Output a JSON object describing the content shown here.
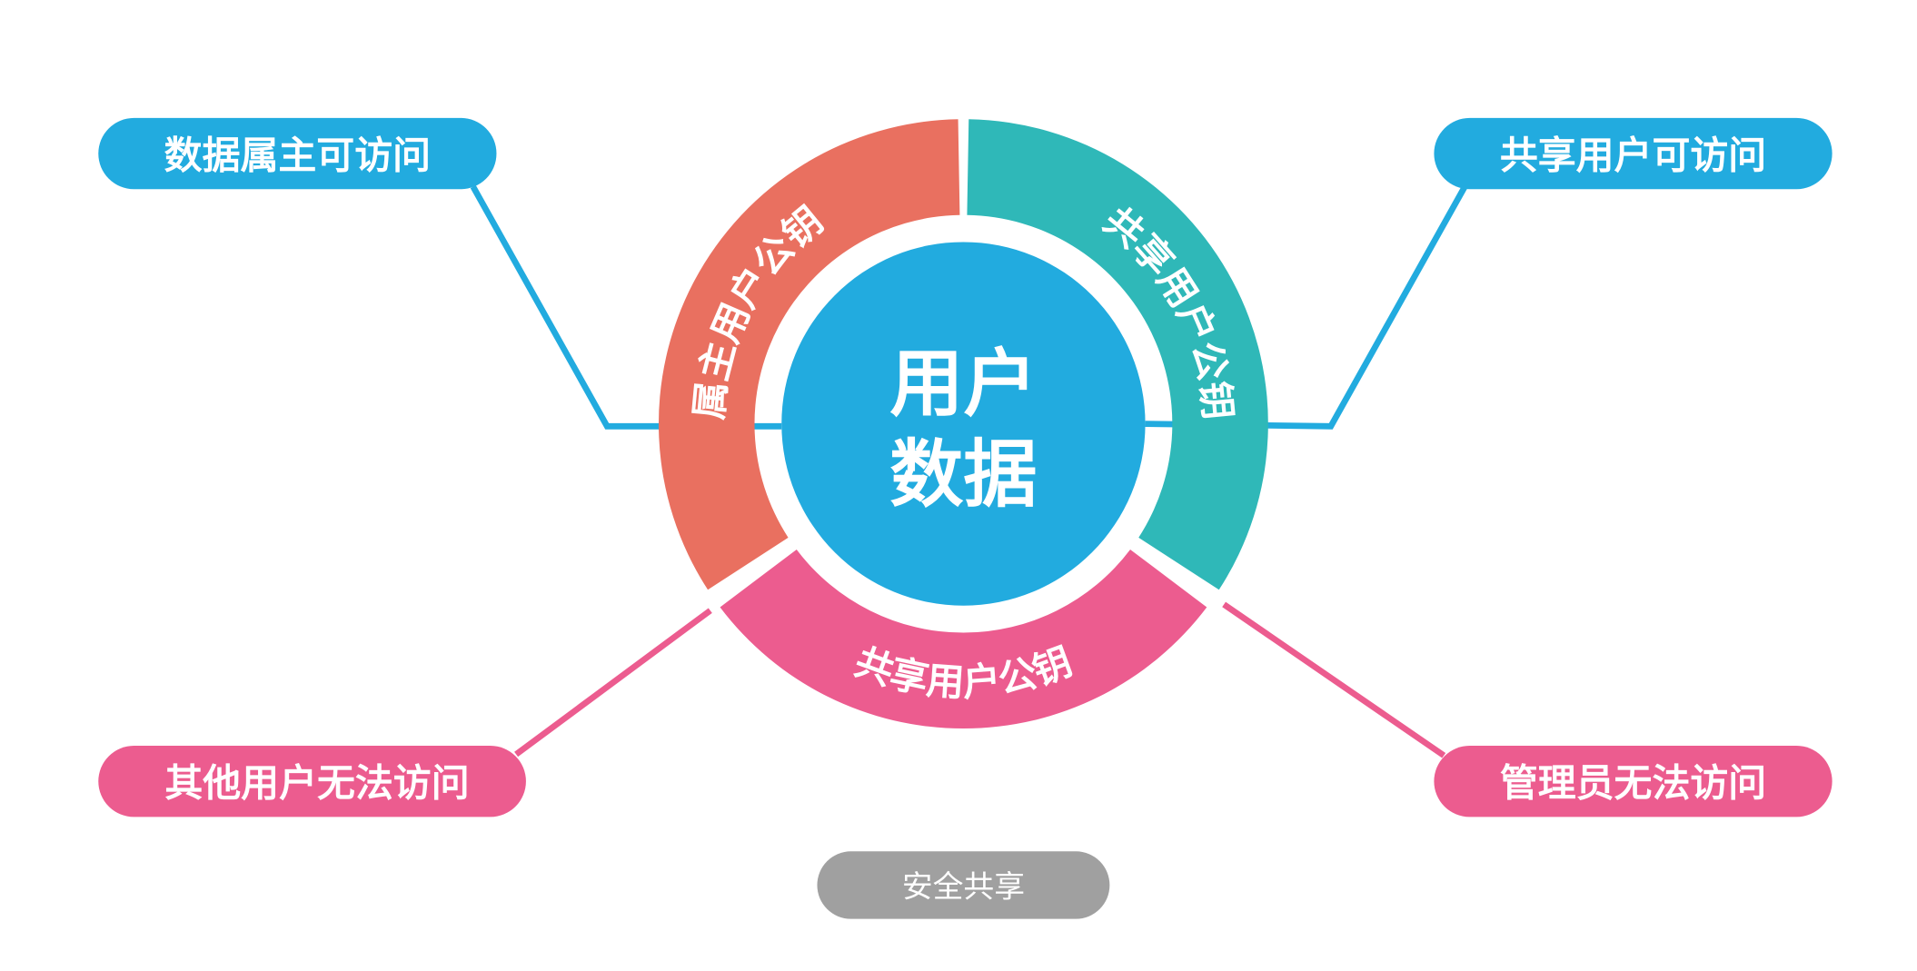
{
  "center": {
    "line1": "用户",
    "line2": "数据"
  },
  "segments": [
    {
      "id": "owner",
      "label": "属主用户公钥"
    },
    {
      "id": "shared-top",
      "label": "共享用户公钥"
    },
    {
      "id": "shared-bottom",
      "label": "共享用户公钥"
    }
  ],
  "callouts": {
    "owner_access": "数据属主可访问",
    "shared_access": "共享用户可访问",
    "others_denied": "其他用户无法访问",
    "admin_denied": "管理员无法访问"
  },
  "footer": {
    "label": "安全共享"
  },
  "colors": {
    "blue": "#22abdf",
    "orange": "#e97060",
    "teal": "#2fb8b8",
    "pink": "#ec5c8f",
    "gray": "#a0a0a0"
  }
}
